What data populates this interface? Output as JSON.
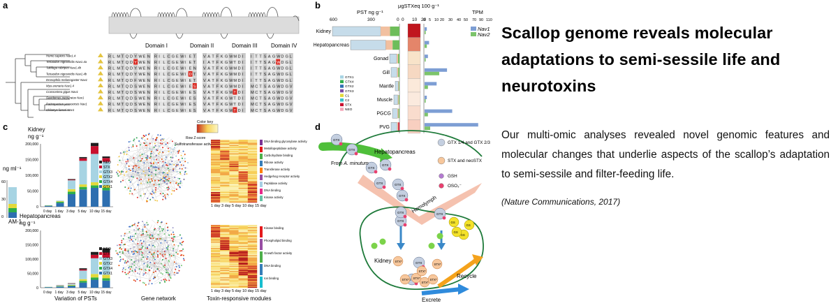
{
  "headline": "Scallop genome reveals molecular adaptations to semi-sessile life and neurotoxins",
  "description": "Our multi-omic analyses revealed novel genomic features and molecular changes that underlie aspects of the scallop’s adaptation to semi-sessile and filter-feeding life.",
  "citation": "(Nature Communications, 2017)",
  "panels": {
    "a": {
      "letter": "a",
      "domains": [
        "Domain I",
        "Domain II",
        "Domain III",
        "Domain IV"
      ],
      "species": [
        "Homo sapiens Nav1.4",
        "Tetraodon nigroviridis Nav1.4a",
        "Takifugu rubripes Nav1.4b",
        "Tetraodon nigroviridis Nav1.4b",
        "Drosophila melanogaster Nav1",
        "Mya arenaria Nav1.4",
        "Crassostrea gigas Nav1",
        "Saxidomus purpuratus Nav1",
        "Patinopecten yessoensis Nav1",
        "Chlamys farreri Nav1"
      ],
      "domain_seqs": [
        [
          "RLMTQDYWEN",
          "RLMTQDYWEN",
          "RLMTQDYWEN",
          "RLMTQDYWEN",
          "RLMTQDFWEN",
          "RLMTQDSWEN",
          "RLMTQDSWEN",
          "RLMTQDSWEN",
          "RLMTQDSWEN",
          "RLMTQDSWEN"
        ],
        [
          "RILCGEWIET",
          "RILCGEWIET",
          "RILCGEWIEN",
          "RILCGEWIDT",
          "RILCGEWIET",
          "RILCGEWIES",
          "RILCGEWIES",
          "RILCGEWIES",
          "RILCGEWIES",
          "RILCGEWIES"
        ],
        [
          "VATFKGWMDI",
          "IATFKGWTDI",
          "VATFKGWMDI",
          "VATFKGWMDI",
          "VATFKGWMDI",
          "VATFKGWMDI",
          "VATFKGWTDI",
          "VATFKGWTDI",
          "VATFKGWTDI",
          "VATFKGWTDI"
        ],
        [
          "ITTSAGWDGL",
          "ITTSAGWDGL",
          "ITTSAGWDGL",
          "ITTSAGWDGL",
          "ITTSAGWDGL",
          "MCTSAGWDGV",
          "MCTSAGWDGV",
          "MCTSAGWDGV",
          "MCTSAGWDGV",
          "MCTSAGWDGV"
        ]
      ],
      "highlight_cells": [
        [
          1,
          0,
          6
        ],
        [
          3,
          1,
          8
        ],
        [
          5,
          1,
          9
        ],
        [
          6,
          2,
          7
        ],
        [
          9,
          2,
          7
        ],
        [
          1,
          3,
          6
        ]
      ]
    },
    "b": {
      "letter": "b",
      "pst_label": "PST ng g⁻¹",
      "pst_ticks": [
        "600",
        "300",
        "0"
      ],
      "stx_label": "μgSTXeq 100 g⁻¹",
      "stx_ticks": [
        "0",
        "10",
        "20"
      ],
      "tpm_label": "TPM",
      "tpm_ticks": [
        "0",
        "5",
        "10",
        "20",
        "30",
        "40",
        "50",
        "70",
        "90",
        "110"
      ],
      "legend_genes": [
        "Nav1",
        "Nav2"
      ],
      "legend_toxins": [
        "GTX1",
        "GTX4",
        "GTX2",
        "GTX3",
        "C1",
        "C2",
        "STX",
        "NEO"
      ],
      "tissues": [
        "Kidney",
        "Hepatopancreas",
        "Gonad",
        "Gill",
        "Mantle",
        "Muscle",
        "PGCG",
        "PVG"
      ],
      "chart_data": {
        "type": "bar",
        "categories": [
          "Kidney",
          "Hepatopancreas",
          "Gonad",
          "Gill",
          "Mantle",
          "Muscle",
          "PGCG",
          "PVG"
        ],
        "series": [
          {
            "name": "Nav1",
            "values": [
              2,
              4,
              3,
              36,
              12,
              2,
              48,
              108
            ]
          },
          {
            "name": "Nav2",
            "values": [
              1,
              2,
              1,
              18,
              3,
              1,
              3,
              5
            ]
          }
        ]
      }
    },
    "c": {
      "letter": "c",
      "kidney_label": "Kidney",
      "hep_label": "Hepatopancreas",
      "unit_ngg": "ng g⁻¹",
      "unit_ngml": "ng ml⁻¹",
      "am_label": "AM-1",
      "am_ticks": [
        "60",
        "30",
        "0"
      ],
      "y_ticks": [
        "200,000",
        "150,000",
        "100,000",
        "50,000",
        "0"
      ],
      "days": [
        "0 day",
        "1 day",
        "3 day",
        "5 day",
        "10 day",
        "15 day"
      ],
      "kidney_legend": [
        "NEO",
        "STX",
        "GTX3",
        "GTX2",
        "GTX4",
        "GTX1"
      ],
      "hep_legend": [
        "NEO",
        "STX",
        "GTX3",
        "GTX2",
        "GTX4",
        "GTX1"
      ],
      "footer": [
        "Variation of PSTs",
        "Gene network",
        "Toxin-responsive modules"
      ],
      "color_key": "Color key",
      "row_zscore": "Row Z-score",
      "sulfo": "Sulfotransferase activity",
      "heat_days": "1 day 3 day 5 day 10 day 15 day",
      "kidney_modules": [
        "DNA binding glycosylase activity",
        "Metallopeptidase activity",
        "Carbohydrate binding",
        "Ribose activity",
        "Transferase activity",
        "Hedgehog receptor activity",
        "Peptidase activity",
        "DNA binding",
        "Kinase activity"
      ],
      "hep_modules": [
        "Kinase binding",
        "Phospholipid binding",
        "Growth factor activity",
        "DNA binding",
        "Ion binding"
      ],
      "chart_data": [
        {
          "type": "bar",
          "title": "Kidney",
          "categories": [
            "0 day",
            "1 day",
            "3 day",
            "5 day",
            "10 day",
            "15 day"
          ],
          "ylim": [
            0,
            200000
          ],
          "series": [
            {
              "name": "GTX1",
              "values": [
                3000,
                12000,
                40000,
                55000,
                60000,
                52000
              ]
            },
            {
              "name": "GTX4",
              "values": [
                1000,
                4000,
                8000,
                8000,
                8000,
                8000
              ]
            },
            {
              "name": "GTX2",
              "values": [
                500,
                2000,
                8000,
                8000,
                10000,
                8000
              ]
            },
            {
              "name": "GTX3",
              "values": [
                500,
                2000,
                28000,
                75000,
                90000,
                75000
              ]
            },
            {
              "name": "STX",
              "values": [
                0,
                0,
                2000,
                8000,
                25000,
                12000
              ]
            },
            {
              "name": "NEO",
              "values": [
                0,
                0,
                2000,
                4000,
                10000,
                5000
              ]
            }
          ]
        },
        {
          "type": "bar",
          "title": "Hepatopancreas",
          "categories": [
            "0 day",
            "1 day",
            "3 day",
            "5 day",
            "10 day",
            "15 day"
          ],
          "ylim": [
            0,
            200000
          ],
          "series": [
            {
              "name": "GTX1",
              "values": [
                2000,
                4000,
                6000,
                18000,
                28000,
                25000
              ]
            },
            {
              "name": "GTX4",
              "values": [
                500,
                1500,
                2000,
                6000,
                8000,
                8000
              ]
            },
            {
              "name": "GTX2",
              "values": [
                500,
                1000,
                2000,
                6000,
                12000,
                12000
              ]
            },
            {
              "name": "GTX3",
              "values": [
                500,
                2000,
                4000,
                30000,
                55000,
                60000
              ]
            },
            {
              "name": "STX",
              "values": [
                0,
                500,
                1000,
                4000,
                12000,
                18000
              ]
            },
            {
              "name": "NEO",
              "values": [
                0,
                500,
                1000,
                4000,
                10000,
                15000
              ]
            }
          ]
        }
      ]
    },
    "d": {
      "letter": "d",
      "from": "From ",
      "from_species": "A. minutum",
      "hepatopancreas": "Hepatopancreas",
      "hemolymph": "Hemolymph",
      "kidney": "Kidney",
      "recycle": "Recycle",
      "excrete": "Excrete",
      "legend": [
        "GTX 1/4 and GTX 2/3",
        "STX and neoSTX",
        "GSH",
        "OSO₃⁻"
      ],
      "gtx": "GTX",
      "stx": "STX*"
    }
  },
  "colors": {
    "gtx1": "#2e6fb0",
    "gtx4": "#2eae4a",
    "gtx2": "#e3d93a",
    "gtx3": "#a7d4e3",
    "stx": "#c8102e",
    "neo": "#1f1f1f",
    "nav1": "#7d9ed4",
    "nav2": "#7cc46b"
  }
}
